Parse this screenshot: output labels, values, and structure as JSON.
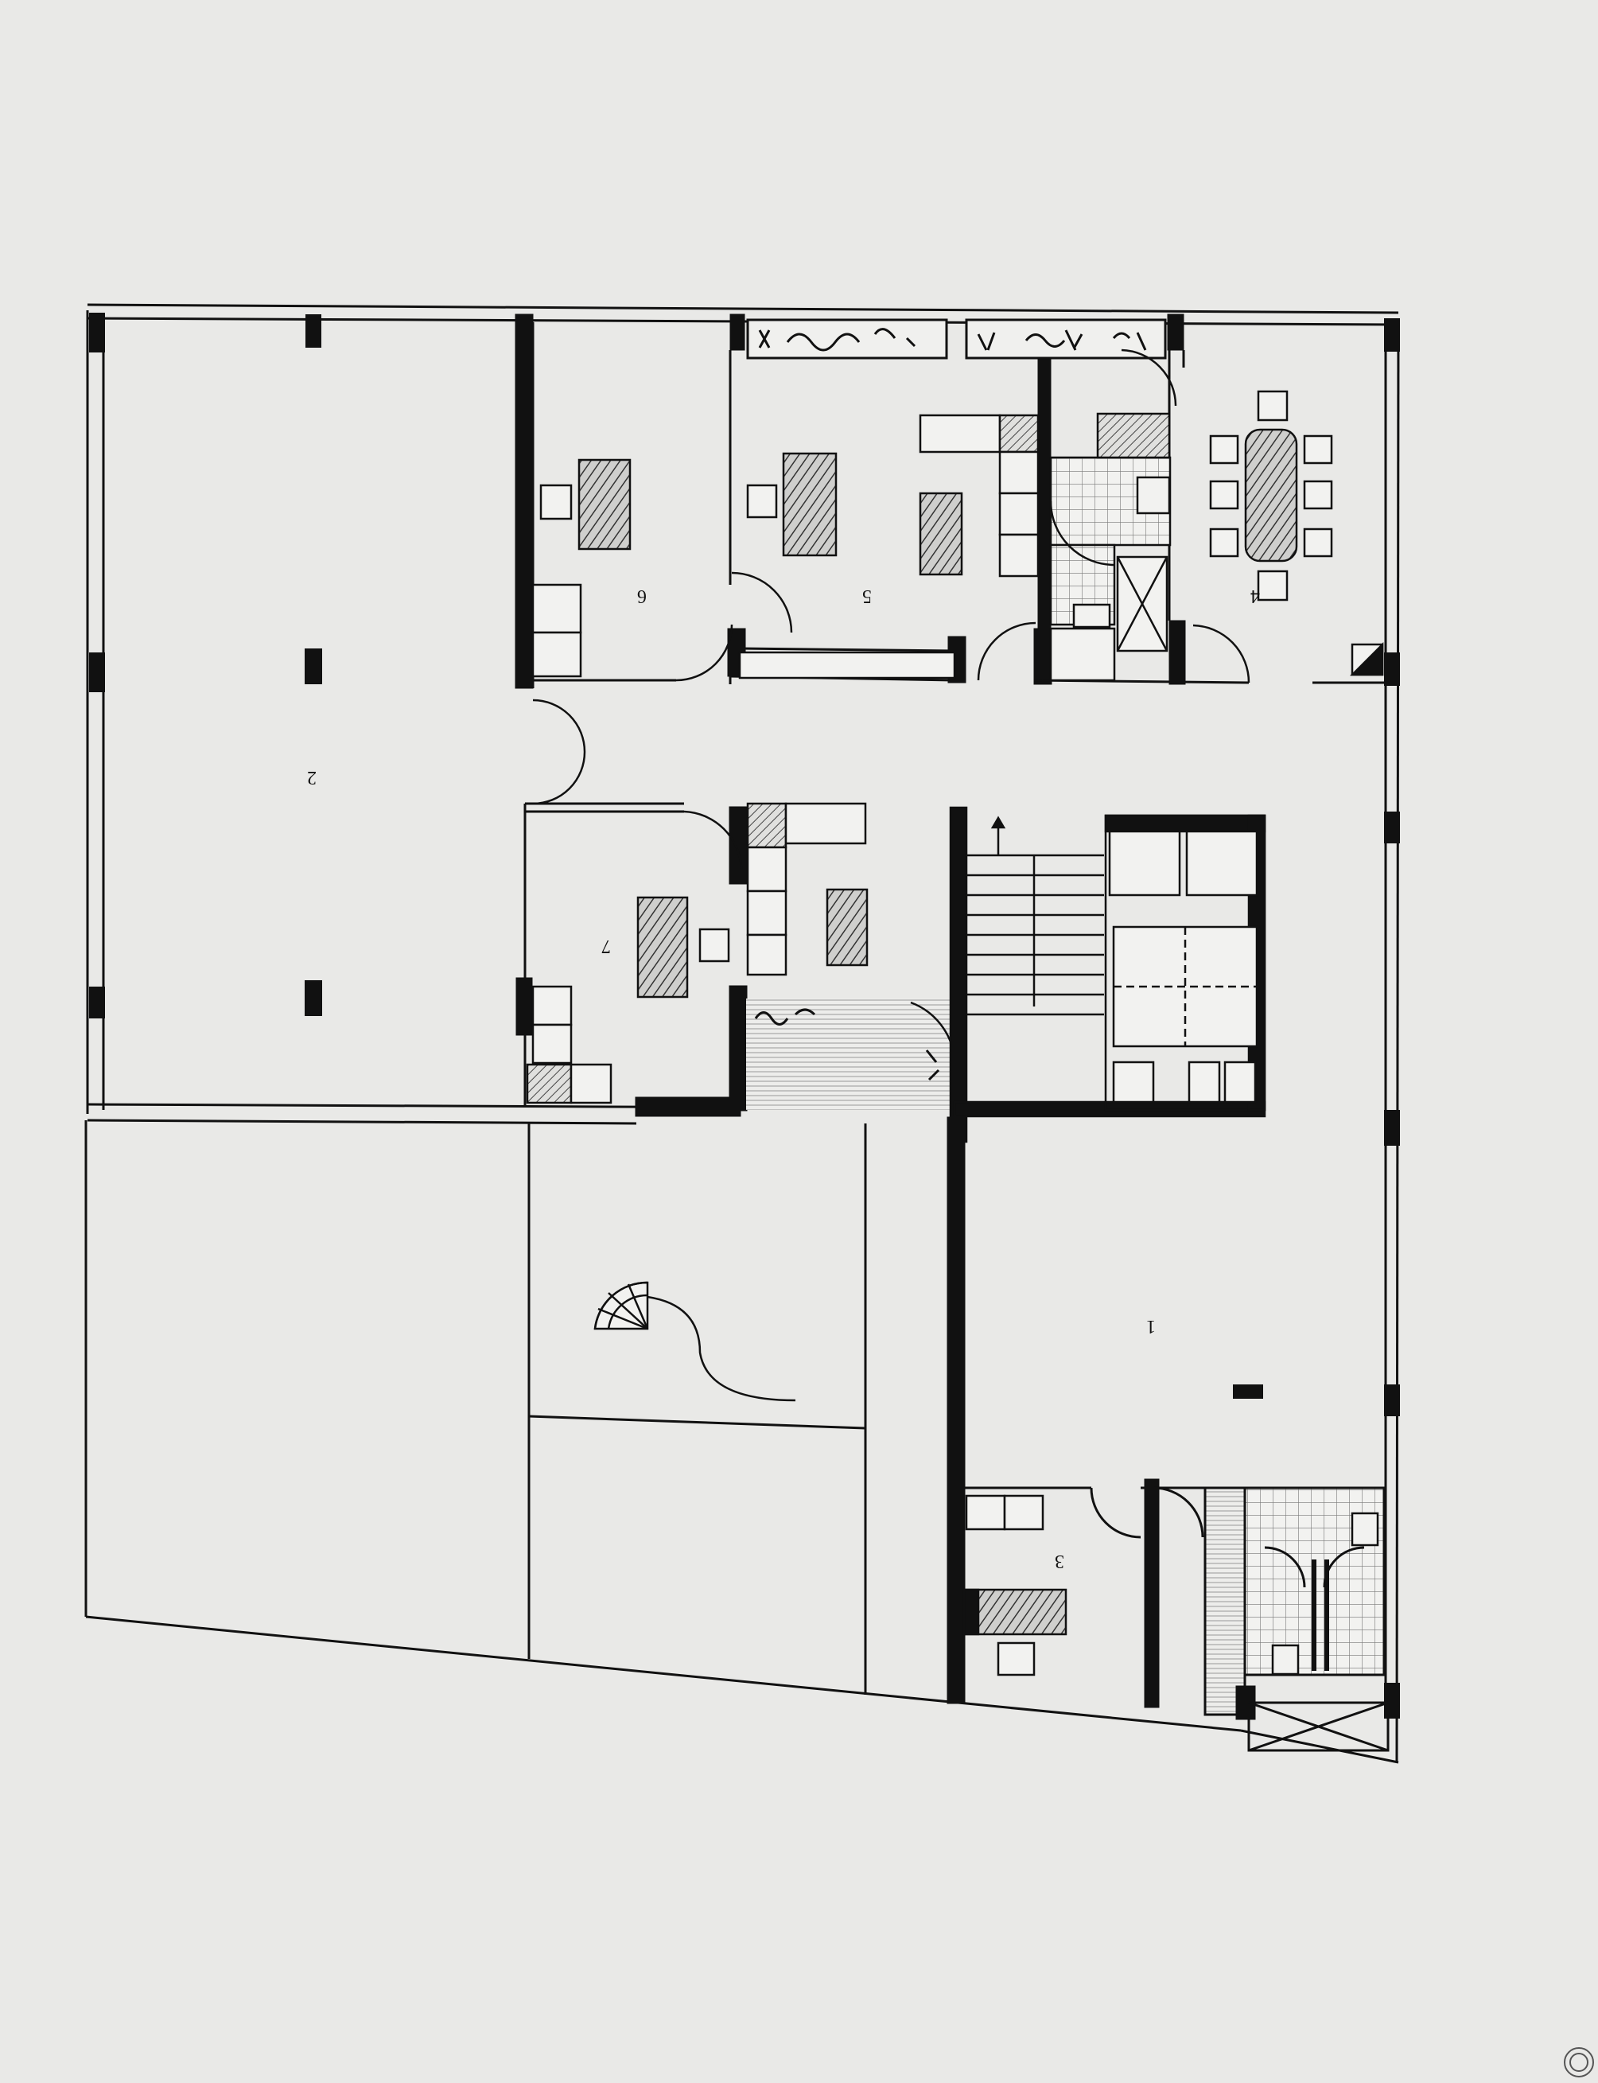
{
  "diagram": {
    "type": "architectural-floor-plan",
    "rooms": [
      {
        "id": "r1",
        "label": "1"
      },
      {
        "id": "r2",
        "label": "2"
      },
      {
        "id": "r3",
        "label": "3"
      },
      {
        "id": "r4",
        "label": "4"
      },
      {
        "id": "r5",
        "label": "5"
      },
      {
        "id": "r6",
        "label": "6"
      },
      {
        "id": "r7",
        "label": "7"
      }
    ],
    "colors": {
      "paper": "#e9e9e7",
      "ink": "#111111",
      "hatch": "#444444",
      "tile": "#777777"
    }
  }
}
